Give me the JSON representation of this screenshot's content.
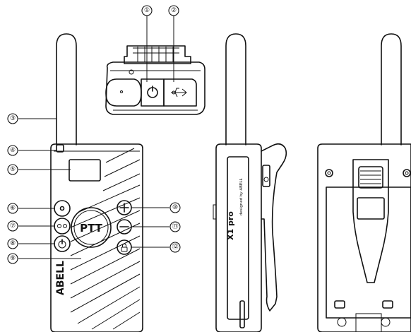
{
  "callouts": [
    {
      "id": "c1",
      "number": "①"
    },
    {
      "id": "c2",
      "number": "②"
    },
    {
      "id": "c3",
      "number": "③"
    },
    {
      "id": "c4",
      "number": "④"
    },
    {
      "id": "c5",
      "number": "⑤"
    },
    {
      "id": "c6",
      "number": "⑥"
    },
    {
      "id": "c7",
      "number": "⑦"
    },
    {
      "id": "c8",
      "number": "⑧"
    },
    {
      "id": "c9",
      "number": "⑨"
    },
    {
      "id": "c10",
      "number": "⑩"
    },
    {
      "id": "c11",
      "number": "⑪"
    },
    {
      "id": "c12",
      "number": "⑫"
    }
  ],
  "front": {
    "ptt_label": "PTT",
    "brand": "ABELL"
  },
  "side": {
    "model_label": "X1 pro",
    "designer_label": "designed by ABELL"
  }
}
